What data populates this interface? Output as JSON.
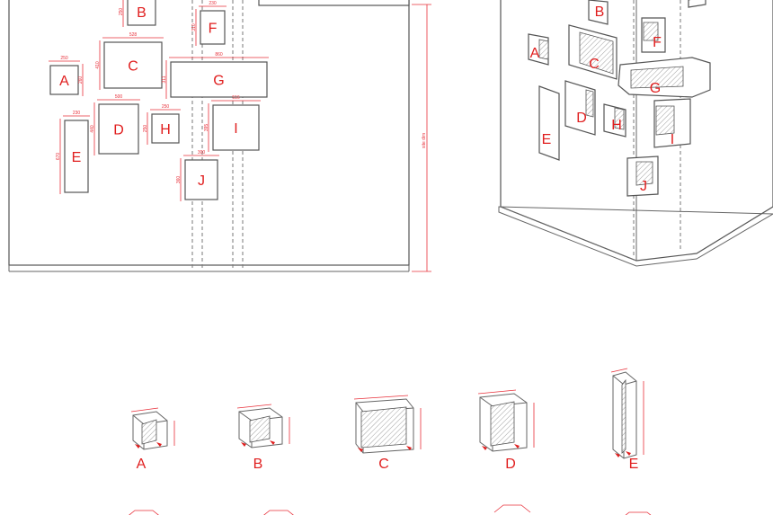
{
  "elevation": {
    "site_dim_label": "site dim",
    "openings": [
      {
        "id": "A",
        "w": "250",
        "h": "260"
      },
      {
        "id": "B",
        "h": "250"
      },
      {
        "id": "C",
        "w": "528",
        "h": "410"
      },
      {
        "id": "D",
        "w": "500",
        "h": "440"
      },
      {
        "id": "E",
        "w": "230",
        "h": "670"
      },
      {
        "id": "F",
        "w": "230",
        "h": "310"
      },
      {
        "id": "G",
        "w": "860",
        "h": "311"
      },
      {
        "id": "H",
        "w": "250",
        "h": "250"
      },
      {
        "id": "I",
        "w": "516",
        "h": "395"
      },
      {
        "id": "J",
        "w": "300",
        "h": "360"
      }
    ]
  },
  "isometric": {
    "labels": [
      "A",
      "B",
      "C",
      "D",
      "E",
      "F",
      "G",
      "H",
      "I",
      "J"
    ]
  },
  "details": {
    "labels": [
      "A",
      "B",
      "C",
      "D",
      "E"
    ]
  },
  "colors": {
    "line": "#555555",
    "annotation": "#e01e1e"
  }
}
